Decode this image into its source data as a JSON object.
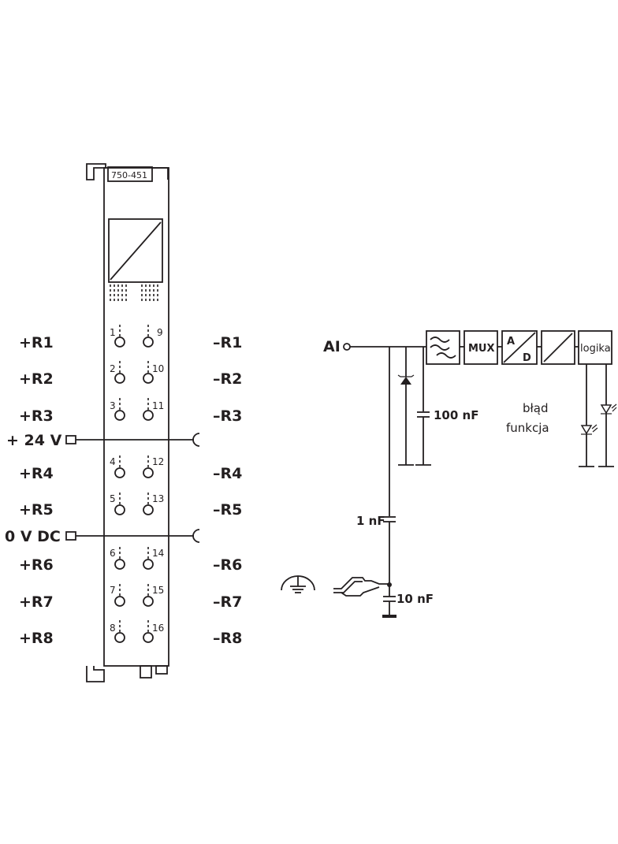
{
  "module": {
    "part_number": "750-451"
  },
  "left_labels": [
    "+R1",
    "+R2",
    "+R3",
    "+ 24 V",
    "+R4",
    "+R5",
    "0 V DC",
    "+R6",
    "+R7",
    "+R8"
  ],
  "right_labels": [
    "–R1",
    "–R2",
    "–R3",
    "–R4",
    "–R5",
    "–R6",
    "–R7",
    "–R8"
  ],
  "terminals_left": [
    "1",
    "2",
    "3",
    "4",
    "5",
    "6",
    "7",
    "8"
  ],
  "terminals_right": [
    "9",
    "10",
    "11",
    "12",
    "13",
    "14",
    "15",
    "16"
  ],
  "circuit": {
    "input_label": "AI",
    "blocks": [
      "MUX",
      "A",
      "D",
      "logika"
    ],
    "cap_100": "100 nF",
    "cap_1": "1 nF",
    "cap_10": "10 nF",
    "led_labels": [
      "błąd",
      "funkcja"
    ]
  }
}
